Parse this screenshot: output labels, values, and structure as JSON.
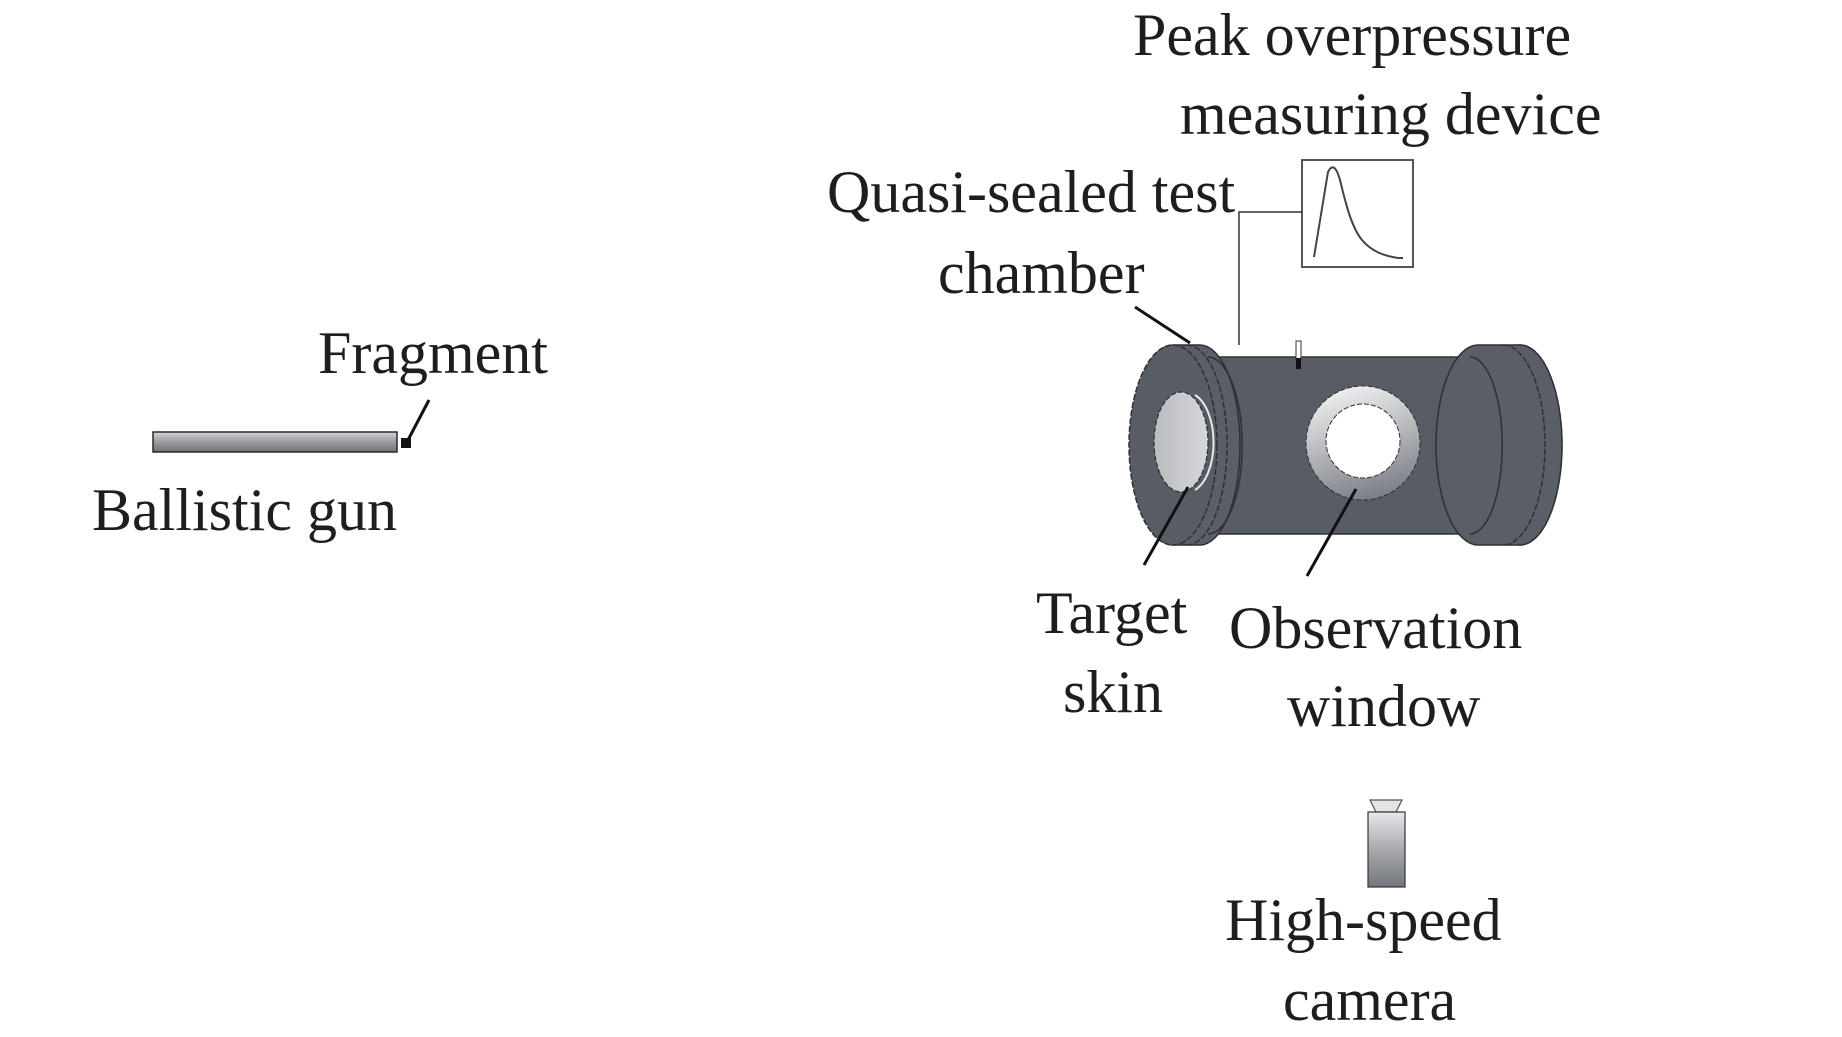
{
  "labels": {
    "peak_device_line1": "Peak overpressure",
    "peak_device_line2": "measuring device",
    "chamber_line1": "Quasi-sealed test",
    "chamber_line2": "chamber",
    "fragment": "Fragment",
    "ballistic_gun": "Ballistic gun",
    "target_skin_line1": "Target",
    "target_skin_line2": "skin",
    "observation_window_line1": "Observation",
    "observation_window_line2": "window",
    "camera_line1": "High-speed",
    "camera_line2": "camera"
  },
  "colors": {
    "chamber_body": "#585c64",
    "chamber_edge": "#2e3036",
    "target_skin": "#c4c6c9",
    "window_ring_light": "#f2f2f2",
    "window_ring_dark": "#7d8088",
    "text": "#1e1e1e"
  }
}
